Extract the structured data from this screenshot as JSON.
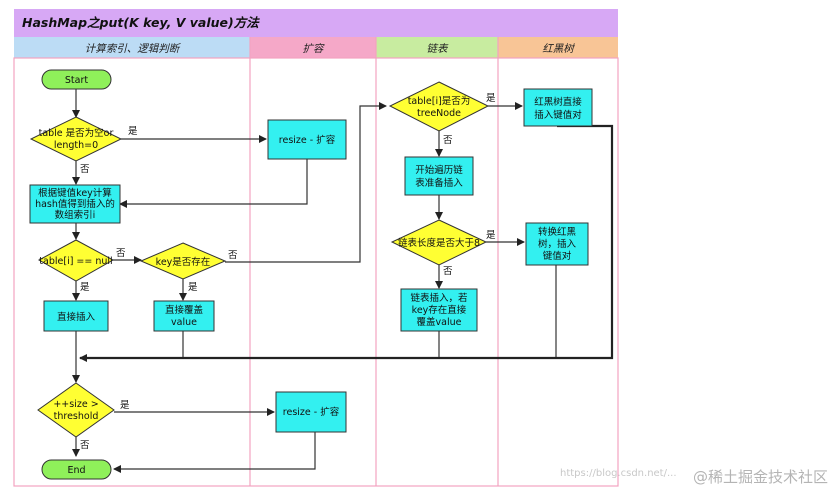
{
  "title": "HashMap之put(K key, V value)方法",
  "lanes": [
    {
      "id": "main",
      "label": "计算索引、逻辑判断"
    },
    {
      "id": "resize",
      "label": "扩容"
    },
    {
      "id": "list",
      "label": "链表"
    },
    {
      "id": "rbtree",
      "label": "红黑树"
    }
  ],
  "nodes": [
    {
      "id": "start",
      "shape": "terminal",
      "lines": [
        "Start"
      ]
    },
    {
      "id": "d_empty",
      "shape": "decision",
      "lines": [
        "table 是否为空or",
        "length=0"
      ]
    },
    {
      "id": "resize1",
      "shape": "process",
      "lines": [
        "resize - 扩容"
      ]
    },
    {
      "id": "calc",
      "shape": "process",
      "lines": [
        "根据键值key计算",
        "hash值得到插入的",
        "数组索引i"
      ]
    },
    {
      "id": "d_null",
      "shape": "decision",
      "lines": [
        "table[i] == null"
      ]
    },
    {
      "id": "d_key",
      "shape": "decision",
      "lines": [
        "key是否存在"
      ]
    },
    {
      "id": "insert",
      "shape": "process",
      "lines": [
        "直接插入"
      ]
    },
    {
      "id": "cover",
      "shape": "process",
      "lines": [
        "直接覆盖",
        "value"
      ]
    },
    {
      "id": "d_tree",
      "shape": "decision",
      "lines": [
        "table[i]是否为",
        "treeNode"
      ]
    },
    {
      "id": "tree_ins",
      "shape": "process",
      "lines": [
        "红黑树直接",
        "插入键值对"
      ]
    },
    {
      "id": "traverse",
      "shape": "process",
      "lines": [
        "开始遍历链",
        "表准备插入"
      ]
    },
    {
      "id": "d_len",
      "shape": "decision",
      "lines": [
        "链表长度是否大于8"
      ]
    },
    {
      "id": "convert",
      "shape": "process",
      "lines": [
        "转换红黑",
        "树，插入",
        "键值对"
      ]
    },
    {
      "id": "list_ins",
      "shape": "process",
      "lines": [
        "链表插入，若",
        "key存在直接",
        "覆盖value"
      ]
    },
    {
      "id": "d_size",
      "shape": "decision",
      "lines": [
        "++size >",
        "threshold"
      ]
    },
    {
      "id": "resize2",
      "shape": "process",
      "lines": [
        "resize - 扩容"
      ]
    },
    {
      "id": "end",
      "shape": "terminal",
      "lines": [
        "End"
      ]
    }
  ],
  "edge_labels": {
    "yes": "是",
    "no": "否"
  },
  "watermark": {
    "url": "https://blog.csdn.net/...",
    "community": "@稀土掘金技术社区"
  },
  "colors": {
    "title_bar": "#d7a8f5",
    "lane_main": "#bcdcf5",
    "lane_resize": "#f5a8c8",
    "lane_list": "#c8eca0",
    "lane_rbtree": "#f8c596",
    "lane_border": "#f2a3c0",
    "terminal": "#8ff05a",
    "decision": "#ffff33",
    "process": "#33f0f0"
  }
}
